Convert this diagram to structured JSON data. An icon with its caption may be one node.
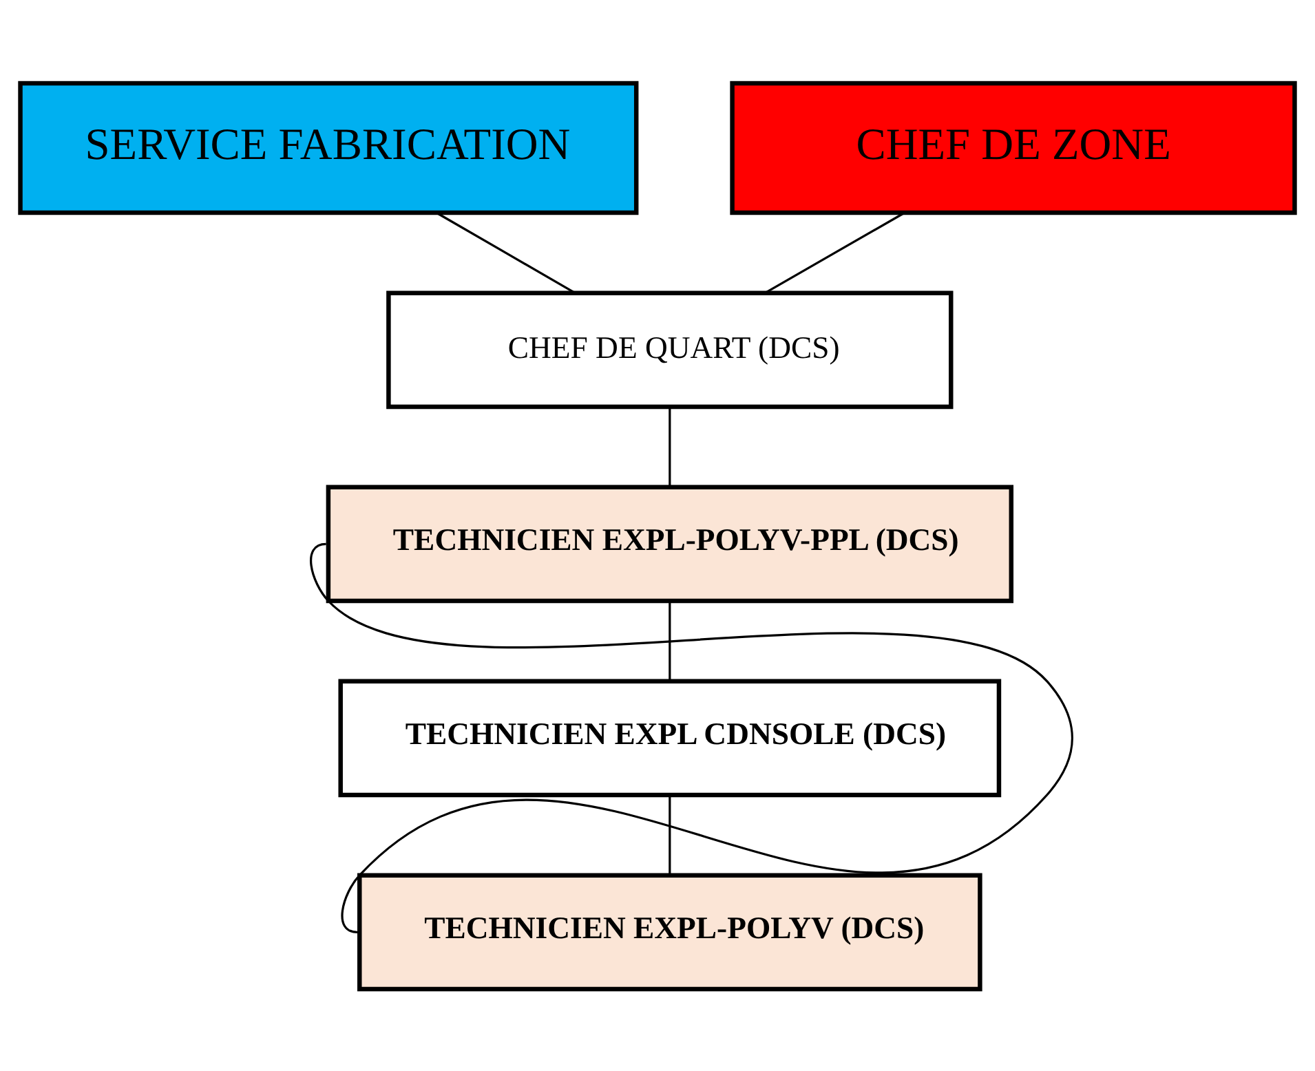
{
  "diagram": {
    "nodes": [
      {
        "text": [
          "SERVICE FABRICATION"
        ]
      },
      {
        "text": [
          "CHEF DE ZONE"
        ]
      },
      {
        "text": [
          "CHEF DE QUART (DCS)"
        ]
      },
      {
        "text": [
          "TECHNICIEN EXPL-POLYV-PPL (DCS)"
        ]
      },
      {
        "text": [
          "TECHNICIEN EXPL CDNSOLE (DCS)"
        ]
      },
      {
        "text": [
          "TECHNICIEN EXPL-POLYV (DCS)"
        ]
      }
    ],
    "edges": [
      {
        "from": 0,
        "to": 2,
        "arrow": "none"
      },
      {
        "from": 1,
        "to": 2,
        "arrow": "none"
      },
      {
        "from": 2,
        "to": 3,
        "arrow": "none"
      },
      {
        "from": 3,
        "to": 4,
        "arrow": "none"
      },
      {
        "from": 4,
        "to": 5,
        "arrow": "none"
      },
      {
        "from": 3,
        "to": 5,
        "arrow": "none"
      }
    ]
  }
}
